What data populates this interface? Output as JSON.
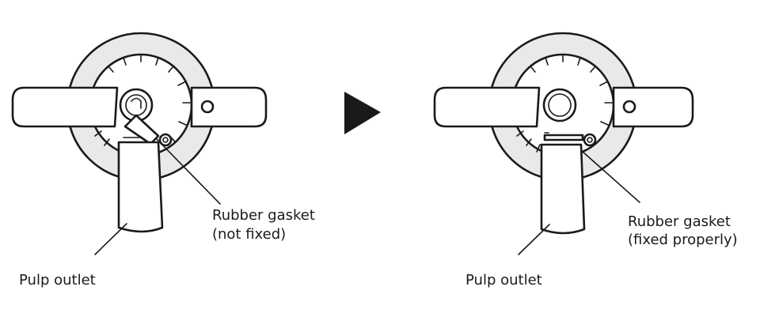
{
  "left_panel": {
    "gasket_label_line1": "Rubber gasket",
    "gasket_label_line2": "(not fixed)",
    "outlet_label": "Pulp outlet"
  },
  "right_panel": {
    "gasket_label_line1": "Rubber gasket",
    "gasket_label_line2": "(fixed properly)",
    "outlet_label": "Pulp outlet"
  },
  "arrow_icon": "play-triangle-icon",
  "colors": {
    "line": "#1a1a1a",
    "shade": "#e9e9e9",
    "background": "#ffffff"
  }
}
